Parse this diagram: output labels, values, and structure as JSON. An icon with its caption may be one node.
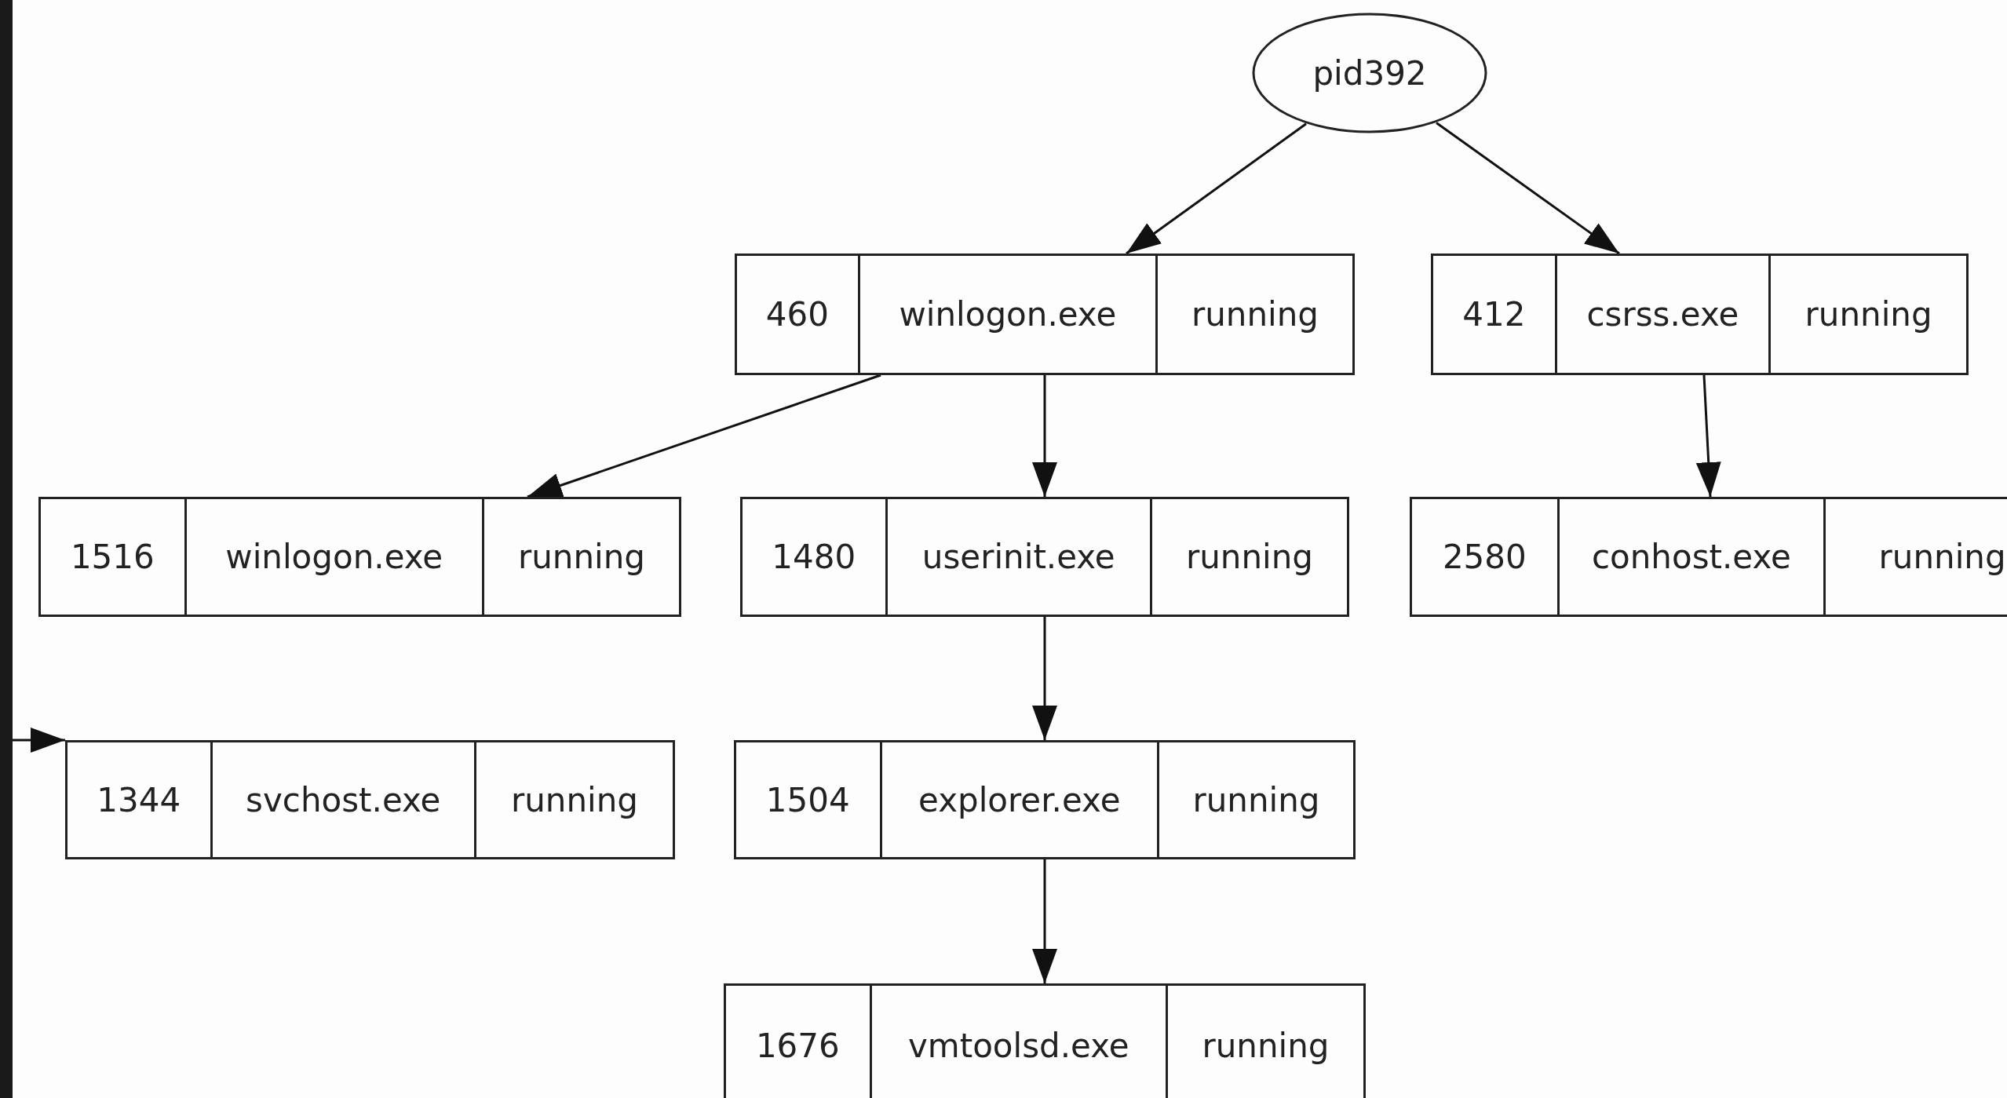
{
  "diagram": {
    "nodes": [
      {
        "text": [
          "pid392"
        ]
      },
      {
        "text": [
          "460",
          "winlogon.exe",
          "running"
        ]
      },
      {
        "text": [
          "412",
          "csrss.exe",
          "running"
        ]
      },
      {
        "text": [
          "1516",
          "winlogon.exe",
          "running"
        ]
      },
      {
        "text": [
          "1480",
          "userinit.exe",
          "running"
        ]
      },
      {
        "text": [
          "2580",
          "conhost.exe",
          "running"
        ]
      },
      {
        "text": [
          "1344",
          "svchost.exe",
          "running"
        ]
      },
      {
        "text": [
          "1504",
          "explorer.exe",
          "running"
        ]
      },
      {
        "text": [
          "1676",
          "vmtoolsd.exe",
          "running"
        ]
      }
    ],
    "edges": [
      {
        "from": 0,
        "to": 1,
        "arrow": "to"
      },
      {
        "from": 0,
        "to": 2,
        "arrow": "to"
      },
      {
        "from": 1,
        "to": 3,
        "arrow": "to"
      },
      {
        "from": 1,
        "to": 4,
        "arrow": "to"
      },
      {
        "from": 2,
        "to": 5,
        "arrow": "to"
      },
      {
        "from": null,
        "to": 6,
        "arrow": "to"
      },
      {
        "from": 4,
        "to": 7,
        "arrow": "to"
      },
      {
        "from": 7,
        "to": 8,
        "arrow": "to"
      }
    ]
  }
}
